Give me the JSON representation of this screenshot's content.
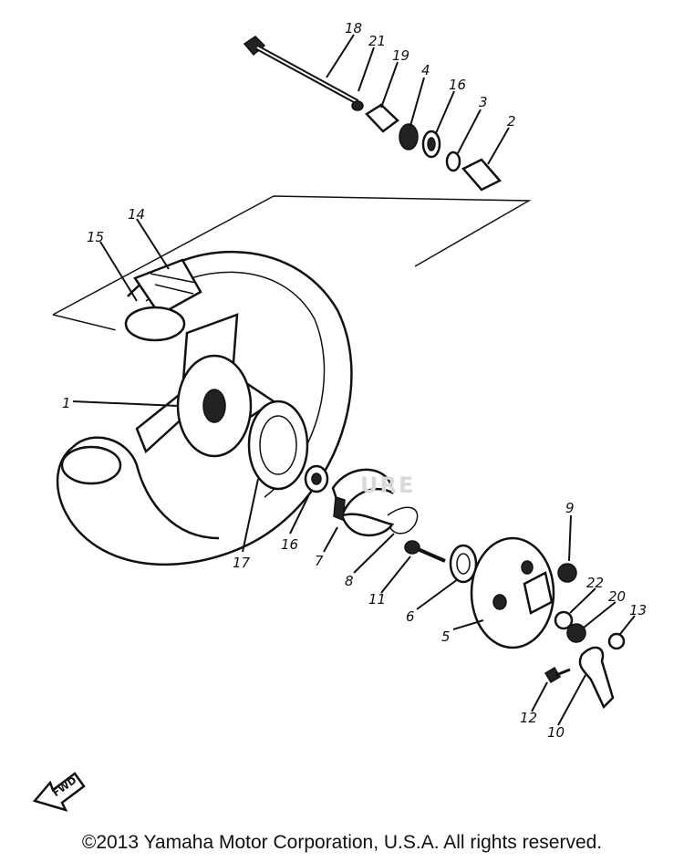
{
  "callouts": {
    "c1": "1",
    "c2": "2",
    "c3": "3",
    "c4": "4",
    "c5": "5",
    "c6": "6",
    "c7": "7",
    "c8": "8",
    "c9": "9",
    "c10": "10",
    "c11": "11",
    "c12": "12",
    "c13": "13",
    "c14": "14",
    "c15": "15",
    "c16a": "16",
    "c16b": "16",
    "c17": "17",
    "c18": "18",
    "c19": "19",
    "c20": "20",
    "c21": "21",
    "c22": "22"
  },
  "watermark": "URE",
  "fwd_label": "FWD",
  "copyright": "©2013 Yamaha Motor Corporation, U.S.A. All rights reserved."
}
